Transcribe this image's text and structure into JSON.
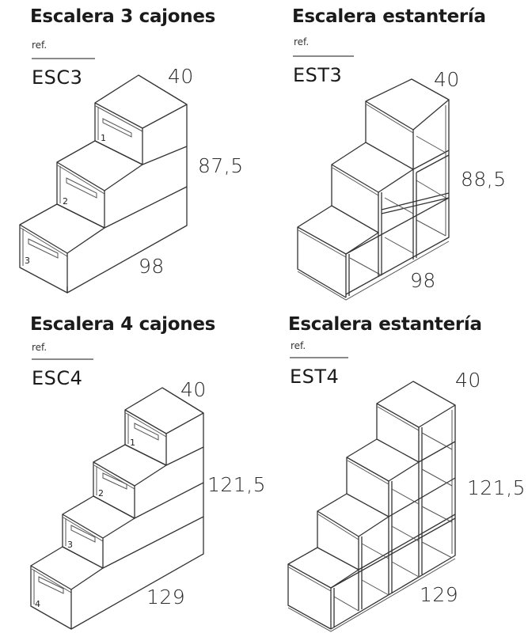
{
  "products": [
    {
      "id": "esc3",
      "title": "Escalera 3 cajones",
      "ref_label": "ref.",
      "code": "ESC3",
      "type": "drawers",
      "steps": 3,
      "drawer_numbers": [
        "1",
        "2",
        "3"
      ],
      "dimensions": {
        "depth": "40",
        "height": "87,5",
        "width": "98"
      }
    },
    {
      "id": "est3",
      "title": "Escalera estantería",
      "ref_label": "ref.",
      "code": "EST3",
      "type": "shelving",
      "steps": 3,
      "dimensions": {
        "depth": "40",
        "height": "88,5",
        "width": "98"
      }
    },
    {
      "id": "esc4",
      "title": "Escalera 4 cajones",
      "ref_label": "ref.",
      "code": "ESC4",
      "type": "drawers",
      "steps": 4,
      "drawer_numbers": [
        "1",
        "2",
        "3",
        "4"
      ],
      "dimensions": {
        "depth": "40",
        "height": "121,5",
        "width": "129"
      }
    },
    {
      "id": "est4",
      "title": "Escalera estantería",
      "ref_label": "ref.",
      "code": "EST4",
      "type": "shelving",
      "steps": 4,
      "dimensions": {
        "depth": "40",
        "height": "121,5",
        "width": "129"
      }
    }
  ]
}
